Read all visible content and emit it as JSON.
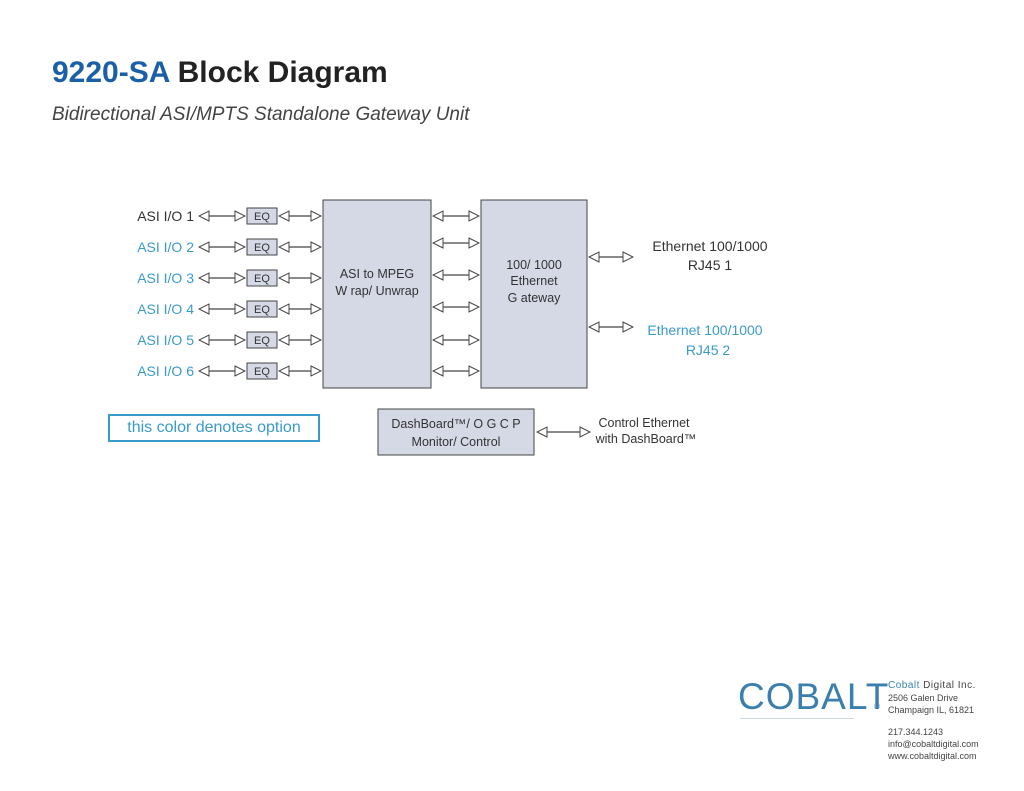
{
  "header": {
    "model": "9220-SA",
    "title_rest": "Block Diagram",
    "subtitle": "Bidirectional ASI/MPTS Standalone Gateway Unit"
  },
  "asi_inputs": [
    {
      "label": "ASI I/O 1",
      "eq": "EQ",
      "option": false
    },
    {
      "label": "ASI I/O 2",
      "eq": "EQ",
      "option": true
    },
    {
      "label": "ASI I/O 3",
      "eq": "EQ",
      "option": true
    },
    {
      "label": "ASI I/O 4",
      "eq": "EQ",
      "option": true
    },
    {
      "label": "ASI I/O 5",
      "eq": "EQ",
      "option": true
    },
    {
      "label": "ASI I/O 6",
      "eq": "EQ",
      "option": true
    }
  ],
  "blocks": {
    "wrap": {
      "line1": "ASI to MPEG",
      "line2": "W rap/ Unwrap"
    },
    "gateway": {
      "line1": "100/ 1000",
      "line2": "Ethernet",
      "line3": "G ateway"
    },
    "dashboard": {
      "line1": "DashBoard™/ O G C P",
      "line2": "Monitor/ Control"
    }
  },
  "outputs": {
    "eth1": {
      "line1": "Ethernet 100/1000",
      "line2": "RJ45 1",
      "option": false
    },
    "eth2": {
      "line1": "Ethernet 100/1000",
      "line2": "RJ45 2",
      "option": true
    },
    "control": {
      "line1": "Control Ethernet",
      "line2": "with DashBoard™"
    }
  },
  "legend": {
    "option_note": "this color denotes option"
  },
  "colors": {
    "option": "#3a9bc9",
    "block_fill": "#d5d9e6",
    "title_model": "#1b5fa8"
  },
  "company": {
    "logo": "COBALT",
    "logo_mark": "®",
    "name_brand": "Cobalt",
    "name_rest": " Digital Inc.",
    "address1": "2506 Galen Drive",
    "address2": "Champaign IL, 61821",
    "phone": "217.344.1243",
    "email": "info@cobaltdigital.com",
    "web": "www.cobaltdigital.com"
  }
}
